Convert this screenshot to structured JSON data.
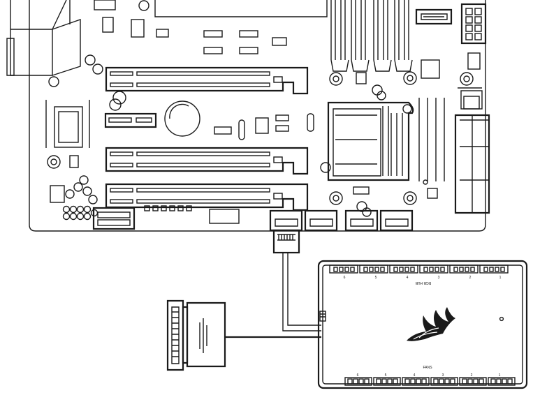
{
  "hub": {
    "rgb_label": "RGB HUB",
    "fans_label": "FANS",
    "rgb_port_numbers": [
      "6",
      "5",
      "4",
      "3",
      "2",
      "1"
    ],
    "fan_port_numbers": [
      "6",
      "5",
      "4",
      "3",
      "2",
      "1"
    ],
    "logo_icon": "corsair-sails-icon"
  },
  "cables": {
    "usb_header_icon": "usb-header-connector-icon",
    "sata_power_icon": "sata-power-connector-icon"
  }
}
